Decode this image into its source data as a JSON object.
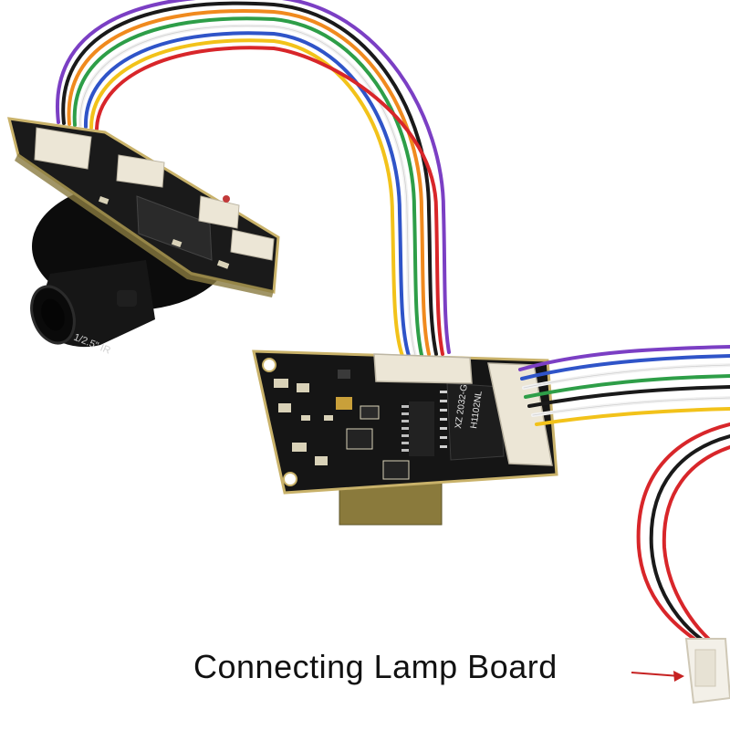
{
  "caption": {
    "text": "Connecting Lamp Board"
  },
  "labels": {
    "lens_marking": "1/2.5\" IR",
    "chip_marking_line1": "XZ 2032-G",
    "chip_marking_line2": "H1102NL"
  },
  "colors": {
    "pcb": "#151515",
    "pad": "#d9d2b8",
    "connector": "#ece6d6",
    "arrow": "#c62222",
    "wire_red": "#d8262a",
    "wire_orange": "#f08a1e",
    "wire_yellow": "#f2c21a",
    "wire_green": "#2e9e48",
    "wire_blue": "#2f54c8",
    "wire_purple": "#7b3fc4",
    "wire_black": "#1a1a1a",
    "wire_white": "#f2f2f2"
  }
}
